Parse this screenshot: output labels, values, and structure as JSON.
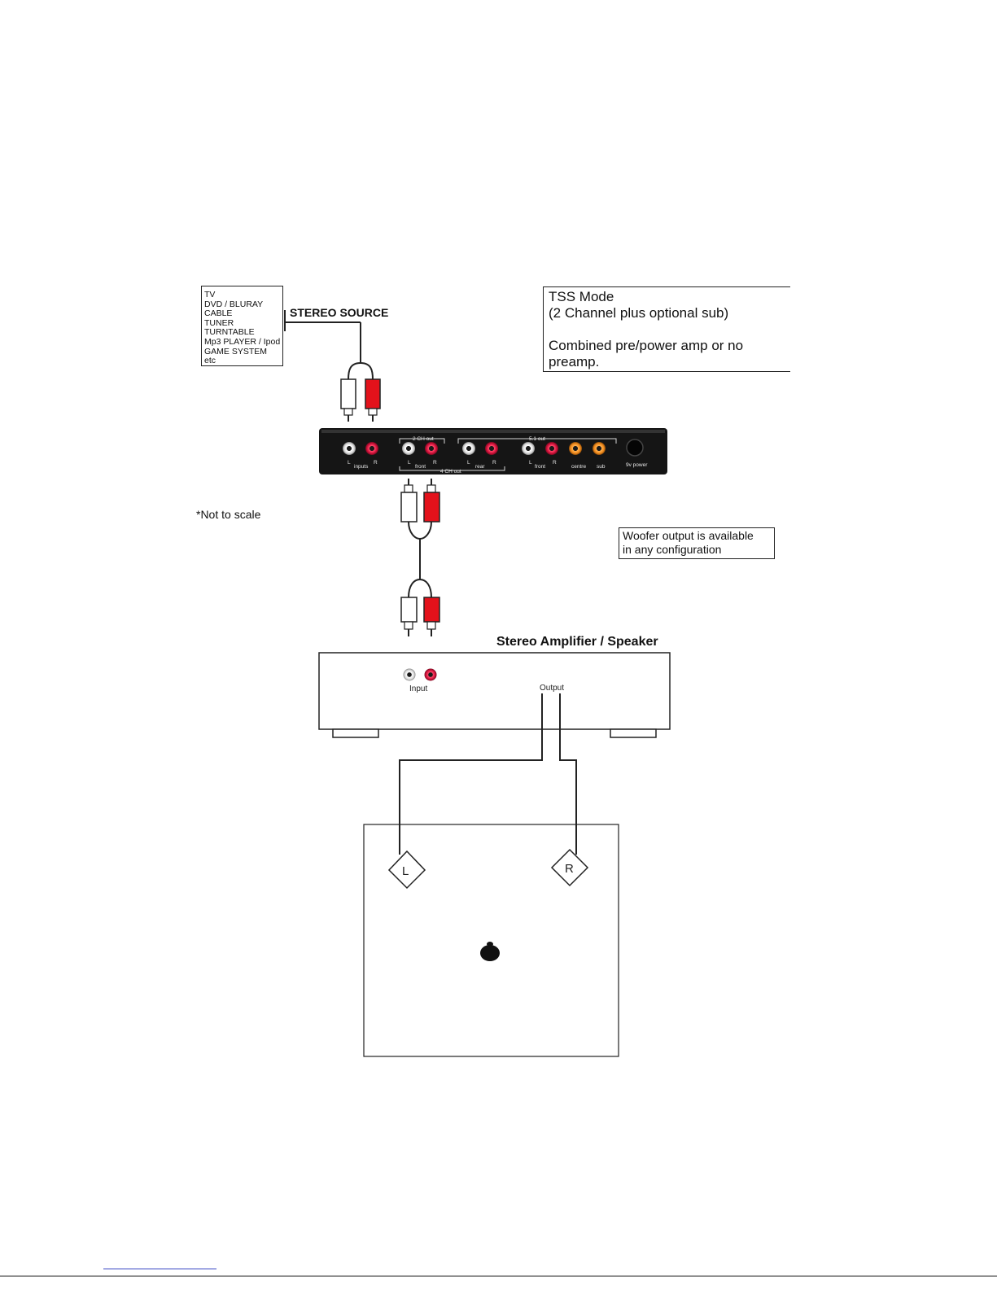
{
  "source_list": {
    "items": [
      "TV",
      "DVD / BLURAY",
      "CABLE",
      "TUNER",
      "TURNTABLE",
      "Mp3 PLAYER / Ipod",
      "GAME SYSTEM",
      "etc"
    ]
  },
  "stereo_source_label": "STEREO SOURCE",
  "tss_note": {
    "lines": [
      "TSS Mode",
      "(2 Channel plus optional sub)",
      "",
      "Combined  pre/power amp or no",
      "preamp."
    ]
  },
  "device_panel": {
    "labels": {
      "two_ch_out": "2 CH out",
      "five_one_out": "5.1 out",
      "four_ch_out": "4 CH out",
      "inputs": "inputs",
      "front": "front",
      "rear": "rear",
      "front2": "front",
      "centre": "centre",
      "sub": "sub",
      "power": "9v power",
      "L": "L",
      "R": "R"
    }
  },
  "not_to_scale": "*Not to scale",
  "woofer_note": {
    "lines": [
      "Woofer output is available",
      "in any configuration"
    ]
  },
  "amplifier": {
    "title": "Stereo Amplifier / Speaker",
    "input_label": "Input",
    "output_label": "Output"
  },
  "speaker_room": {
    "left_label": "L",
    "right_label": "R"
  },
  "colors": {
    "red_plug": "#e3121b",
    "orange_jack": "#f08a1c",
    "device_body": "#151515"
  }
}
